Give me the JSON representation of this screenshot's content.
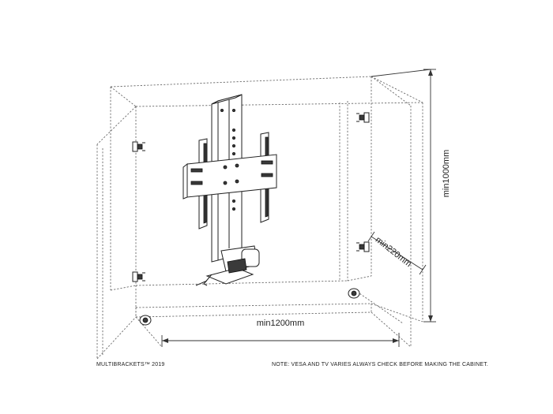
{
  "dimensions": {
    "width_label": "min1200mm",
    "height_label": "min1000mm",
    "depth_label": "min220mm"
  },
  "footer": {
    "brand": "MULTIBRACKETS™ 2019",
    "note": "NOTE: VESA AND TV VARIES ALWAYS CHECK BEFORE MAKING THE CABINET."
  }
}
